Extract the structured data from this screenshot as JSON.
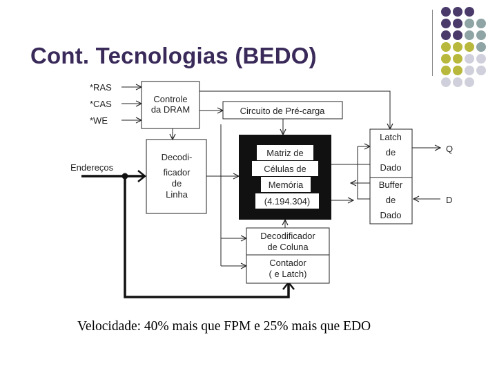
{
  "slide": {
    "title": "Cont. Tecnologias (BEDO)",
    "caption": "Velocidade: 40% mais que FPM e 25% mais que EDO"
  },
  "decor": {
    "dot_colors": {
      "purple": "#4a3a6a",
      "gray": "#8fa4a4",
      "olive": "#b8b83c",
      "lavender": "#d0d0dc"
    }
  },
  "diagram": {
    "signals": {
      "ras": "*RAS",
      "cas": "*CAS",
      "we": "*WE",
      "enderecos": "Endereços",
      "q": "Q",
      "d": "D"
    },
    "controle": [
      "Controle",
      "da DRAM"
    ],
    "precarga": "Circuito de Pré-carga",
    "decod_linha": [
      "Decodi-",
      "ficador",
      "de",
      "Linha"
    ],
    "matriz": [
      "Matriz de",
      "Células de",
      "Memória",
      "(4.194.304)"
    ],
    "latch": [
      "Latch",
      "de",
      "Dado"
    ],
    "buffer": [
      "Buffer",
      "de",
      "Dado"
    ],
    "decod_coluna": [
      "Decodificador",
      "de Coluna"
    ],
    "contador": [
      "Contador",
      "( e Latch)"
    ]
  }
}
